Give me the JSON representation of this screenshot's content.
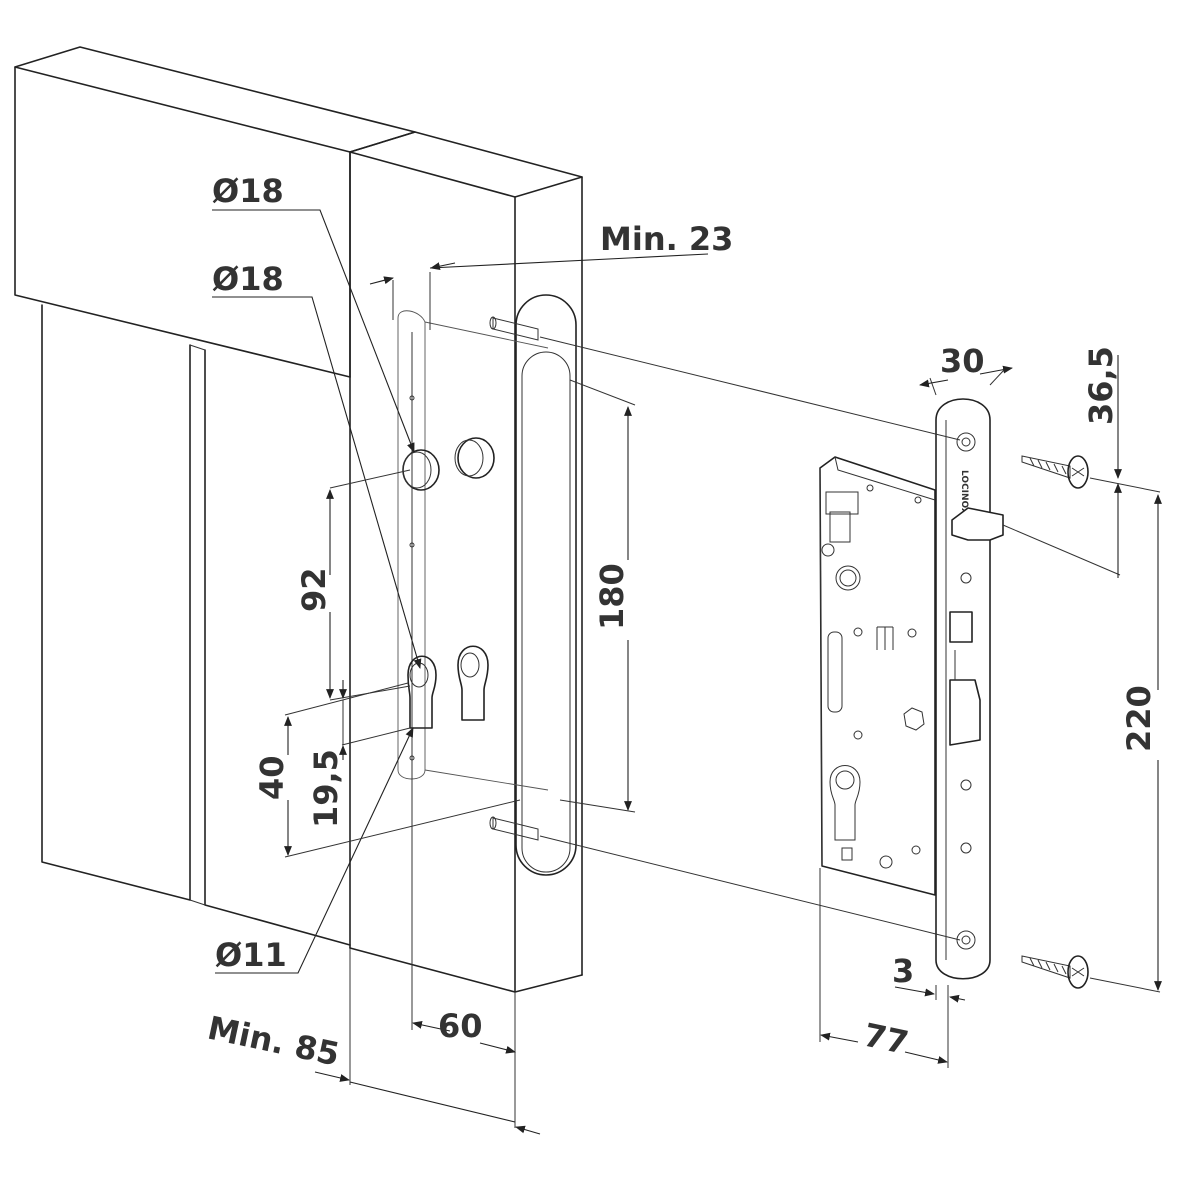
{
  "diagram": {
    "labels": {
      "hole_dia_top": "Ø18",
      "hole_dia_mid": "Ø18",
      "hole_dia_bottom": "Ø11",
      "min_23": "Min. 23",
      "min_85": "Min. 85",
      "dim_92": "92",
      "dim_180": "180",
      "dim_40": "40",
      "dim_19_5": "19,5",
      "dim_60": "60",
      "dim_30": "30",
      "dim_36_5": "36,5",
      "dim_220": "220",
      "dim_3": "3",
      "dim_77": "77"
    },
    "brand": "LOCINOX"
  }
}
